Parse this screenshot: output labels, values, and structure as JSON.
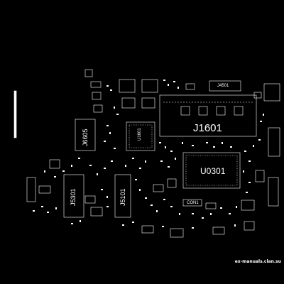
{
  "labels": {
    "j1601": "J1601",
    "u0301": "U0301",
    "j4501": "J4501",
    "j6605": "J6605",
    "j5301": "J5301",
    "j5101": "J5101",
    "conn": "CON1",
    "u1601": "U1601"
  },
  "watermark": "ex-manuals.clan.su",
  "colors": {
    "background": "#000000",
    "silkscreen": "#ffffff"
  }
}
